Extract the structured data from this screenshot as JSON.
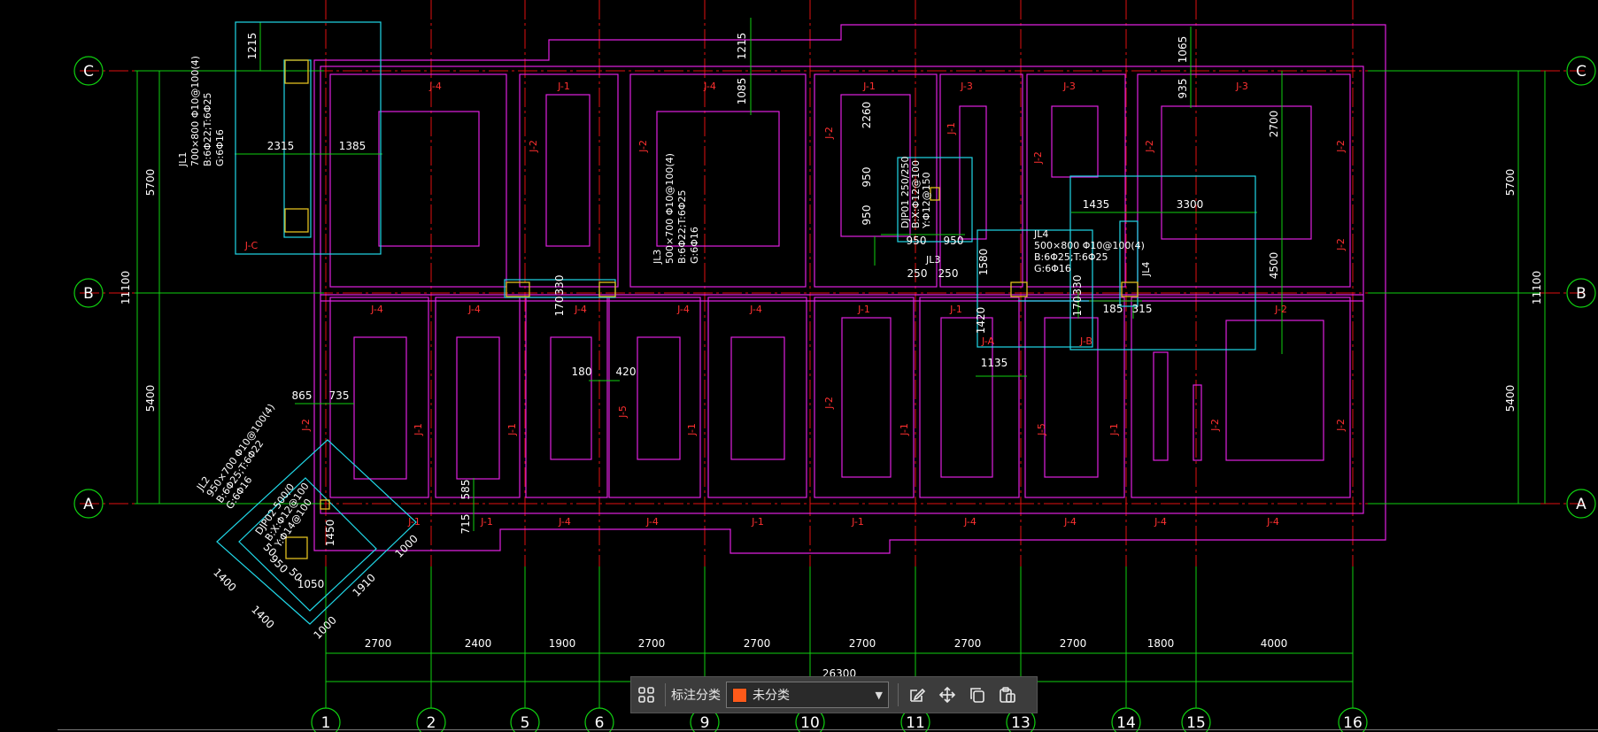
{
  "drawing": {
    "axes_rows": [
      {
        "label": "C"
      },
      {
        "label": "B"
      },
      {
        "label": "A"
      }
    ],
    "axes_columns": [
      {
        "label": "1"
      },
      {
        "label": "2"
      },
      {
        "label": "5"
      },
      {
        "label": "6"
      },
      {
        "label": "9"
      },
      {
        "label": "10"
      },
      {
        "label": "11"
      },
      {
        "label": "13"
      },
      {
        "label": "14"
      },
      {
        "label": "15"
      },
      {
        "label": "16"
      }
    ],
    "bottom_dims": [
      "2700",
      "2400",
      "1900",
      "2700",
      "2700",
      "2700",
      "2700",
      "2700",
      "1800",
      "4000"
    ],
    "bottom_total": "26300",
    "left_dims": [
      "5700",
      "5400",
      "11100"
    ],
    "right_dims": [
      "5700",
      "5400",
      "11100"
    ],
    "labels": [
      {
        "text": "J-4"
      },
      {
        "text": "J-1"
      },
      {
        "text": "J-4"
      },
      {
        "text": "J-1"
      },
      {
        "text": "J-3"
      },
      {
        "text": "J-3"
      },
      {
        "text": "J-3"
      },
      {
        "text": "J-2"
      },
      {
        "text": "J-2"
      },
      {
        "text": "J-2"
      },
      {
        "text": "J-2"
      },
      {
        "text": "J-2"
      },
      {
        "text": "J-2"
      },
      {
        "text": "J-1"
      },
      {
        "text": "J-2"
      },
      {
        "text": "J-C"
      },
      {
        "text": "J-4"
      },
      {
        "text": "J-4"
      },
      {
        "text": "J-4"
      },
      {
        "text": "J-4"
      },
      {
        "text": "J-4"
      },
      {
        "text": "J-1"
      },
      {
        "text": "J-1"
      },
      {
        "text": "J-2"
      },
      {
        "text": "J-2"
      },
      {
        "text": "J-1"
      },
      {
        "text": "J-1"
      },
      {
        "text": "J-5"
      },
      {
        "text": "J-1"
      },
      {
        "text": "J-2"
      },
      {
        "text": "J-1"
      },
      {
        "text": "J-5"
      },
      {
        "text": "J-1"
      },
      {
        "text": "J-2"
      },
      {
        "text": "J-2"
      },
      {
        "text": "J-A"
      },
      {
        "text": "J-B"
      },
      {
        "text": "J-1"
      },
      {
        "text": "J-1"
      },
      {
        "text": "J-4"
      },
      {
        "text": "J-4"
      },
      {
        "text": "J-1"
      },
      {
        "text": "J-1"
      },
      {
        "text": "J-4"
      },
      {
        "text": "J-4"
      },
      {
        "text": "J-4"
      },
      {
        "text": "J-4"
      }
    ],
    "inner_dims": [
      {
        "text": "1215"
      },
      {
        "text": "1215"
      },
      {
        "text": "1085"
      },
      {
        "text": "1065"
      },
      {
        "text": "935"
      },
      {
        "text": "2700"
      },
      {
        "text": "2315"
      },
      {
        "text": "1385"
      },
      {
        "text": "2260"
      },
      {
        "text": "950"
      },
      {
        "text": "950"
      },
      {
        "text": "950"
      },
      {
        "text": "950"
      },
      {
        "text": "1435"
      },
      {
        "text": "3300"
      },
      {
        "text": "250"
      },
      {
        "text": "250"
      },
      {
        "text": "1580"
      },
      {
        "text": "4500"
      },
      {
        "text": "170"
      },
      {
        "text": "330"
      },
      {
        "text": "170"
      },
      {
        "text": "330"
      },
      {
        "text": "185"
      },
      {
        "text": "315"
      },
      {
        "text": "1420"
      },
      {
        "text": "1135"
      },
      {
        "text": "180"
      },
      {
        "text": "420"
      },
      {
        "text": "865"
      },
      {
        "text": "735"
      },
      {
        "text": "585"
      },
      {
        "text": "715"
      },
      {
        "text": "1450"
      },
      {
        "text": "1050"
      },
      {
        "text": "1000"
      },
      {
        "text": "1400"
      },
      {
        "text": "1400"
      },
      {
        "text": "1910"
      },
      {
        "text": "1000"
      },
      {
        "text": "950"
      },
      {
        "text": "50"
      },
      {
        "text": "50"
      }
    ],
    "annotations": [
      {
        "text": "JL1"
      },
      {
        "text": "700×800 Φ10@100(4)"
      },
      {
        "text": "B:6Φ22;T:6Φ25"
      },
      {
        "text": "G:6Φ16"
      },
      {
        "text": "JL3"
      },
      {
        "text": "500×700 Φ10@100(4)"
      },
      {
        "text": "B:6Φ22;T:6Φ25"
      },
      {
        "text": "G:6Φ16"
      },
      {
        "text": "JL4"
      },
      {
        "text": "500×800 Φ10@100(4)"
      },
      {
        "text": "B:6Φ25;T:6Φ25"
      },
      {
        "text": "G:6Φ16"
      },
      {
        "text": "JL3"
      },
      {
        "text": "JL4"
      },
      {
        "text": "DJP01 250/250"
      },
      {
        "text": "B:X:Φ12@100"
      },
      {
        "text": "Y:Φ12@150"
      },
      {
        "text": "JL2"
      },
      {
        "text": "950×700 Φ10@100(4)"
      },
      {
        "text": "B:6Φ25;T:6Φ22"
      },
      {
        "text": "G:6Φ16"
      },
      {
        "text": "DJP02 500/0"
      },
      {
        "text": "B:X:Φ12@100"
      },
      {
        "text": "Y:Φ14@100"
      }
    ]
  },
  "toolbar": {
    "grid_icon": "grid-icon",
    "label": "标注分类",
    "selected": "未分类",
    "swatch_color": "#ff5a1a",
    "edit_icon": "edit-icon",
    "move_icon": "move-icon",
    "copy_icon": "copy-icon",
    "paste_icon": "paste-icon"
  }
}
